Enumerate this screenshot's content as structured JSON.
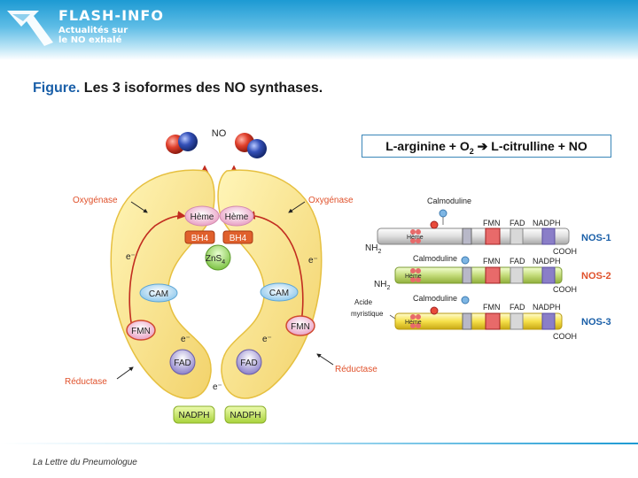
{
  "header": {
    "logo_title": "FLASH-INFO",
    "logo_line1": "Actualités sur",
    "logo_line2": "le NO exhalé"
  },
  "figure": {
    "label": "Figure.",
    "title": "Les 3 isoformes des NO synthases."
  },
  "equation": {
    "left": "L-arginine + O",
    "sub": "2",
    "arrow": "➔",
    "right": "L-citrulline + NO"
  },
  "enzyme": {
    "no": "NO",
    "oxygenase_left": "Oxygénase",
    "oxygenase_right": "Oxygénase",
    "reductase_left": "Réductase",
    "reductase_right": "Réductase",
    "heme": "Hème",
    "bh4": "BH4",
    "zns": "ZnS",
    "zns_sub": "4",
    "cam": "CAM",
    "fmn": "FMN",
    "fad": "FAD",
    "nadph": "NADPH",
    "electron": "e⁻"
  },
  "isoforms": {
    "calmoduline": "Calmoduline",
    "heme": "Hème",
    "fmn": "FMN",
    "fad": "FAD",
    "nadph": "NADPH",
    "nh2": "NH",
    "nh2_sub": "2",
    "cooh": "COOH",
    "acide_line1": "Acide",
    "acide_line2": "myristique",
    "nos1": "NOS-1",
    "nos2": "NOS-2",
    "nos3": "NOS-3",
    "colors": {
      "nos1": "#1a5fa8",
      "nos2": "#e0512b",
      "nos3": "#1a5fa8"
    }
  },
  "footer": "La Lettre du Pneumologue"
}
